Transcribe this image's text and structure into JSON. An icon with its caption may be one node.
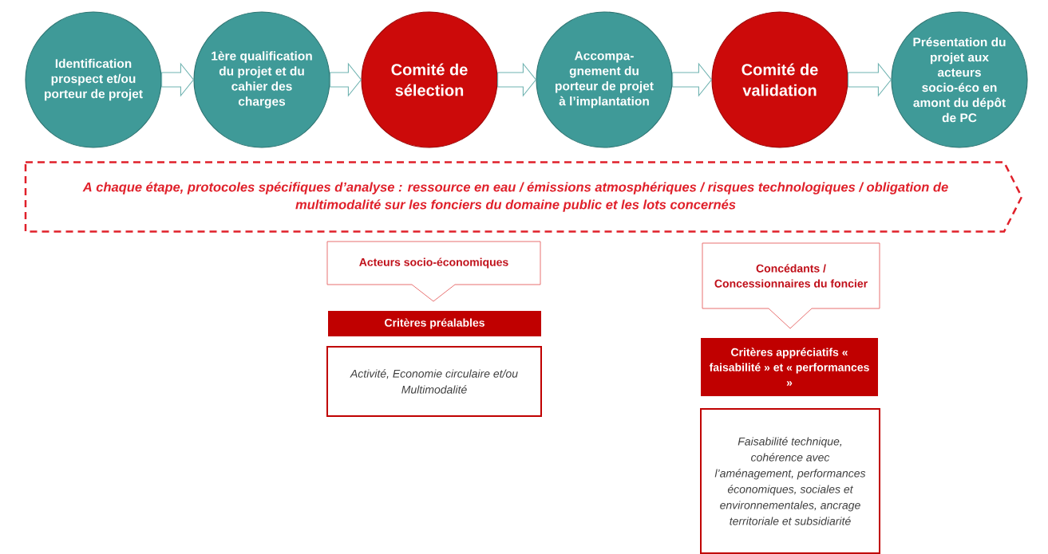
{
  "diagram": {
    "nodes": [
      {
        "text": [
          "Identification prospect et/ou porteur de projet"
        ]
      },
      {
        "text": [
          "1ère qualification du projet et du cahier des charges"
        ]
      },
      {
        "text": [
          "Comité de sélection"
        ]
      },
      {
        "text": [
          "Accompa-gnement du porteur de projet à l’implantation"
        ]
      },
      {
        "text": [
          "Comité de validation"
        ]
      },
      {
        "text": [
          "Présentation du projet aux acteurs socio-éco en amont du dépôt de PC"
        ]
      },
      {
        "text": [
          "A chaque étape, protocoles spécifiques d’analyse : ressource en eau / émissions atmosphériques / risques technologiques / obligation de multimodalité sur les fonciers du domaine public et les lots concernés"
        ]
      },
      {
        "text": [
          "Acteurs socio-économiques"
        ]
      },
      {
        "text": [
          "Critères préalables"
        ]
      },
      {
        "text": [
          "Activité, Economie circulaire et/ou Multimodalité"
        ]
      },
      {
        "text": [
          "Concédants / Concessionnaires du foncier"
        ]
      },
      {
        "text": [
          "Critères appréciatifs « faisabilité » et « performances »"
        ]
      },
      {
        "text": [
          "Faisabilité technique, cohérence avec l’aménagement, performances économiques, sociales et environnementales, ancrage territoriale et subsidiarité"
        ]
      }
    ],
    "edges": [
      {
        "from": 0,
        "to": 1,
        "arrow": "to"
      },
      {
        "from": 1,
        "to": 2,
        "arrow": "to"
      },
      {
        "from": 2,
        "to": 3,
        "arrow": "to"
      },
      {
        "from": 3,
        "to": 4,
        "arrow": "to"
      },
      {
        "from": 4,
        "to": 5,
        "arrow": "to"
      }
    ]
  }
}
